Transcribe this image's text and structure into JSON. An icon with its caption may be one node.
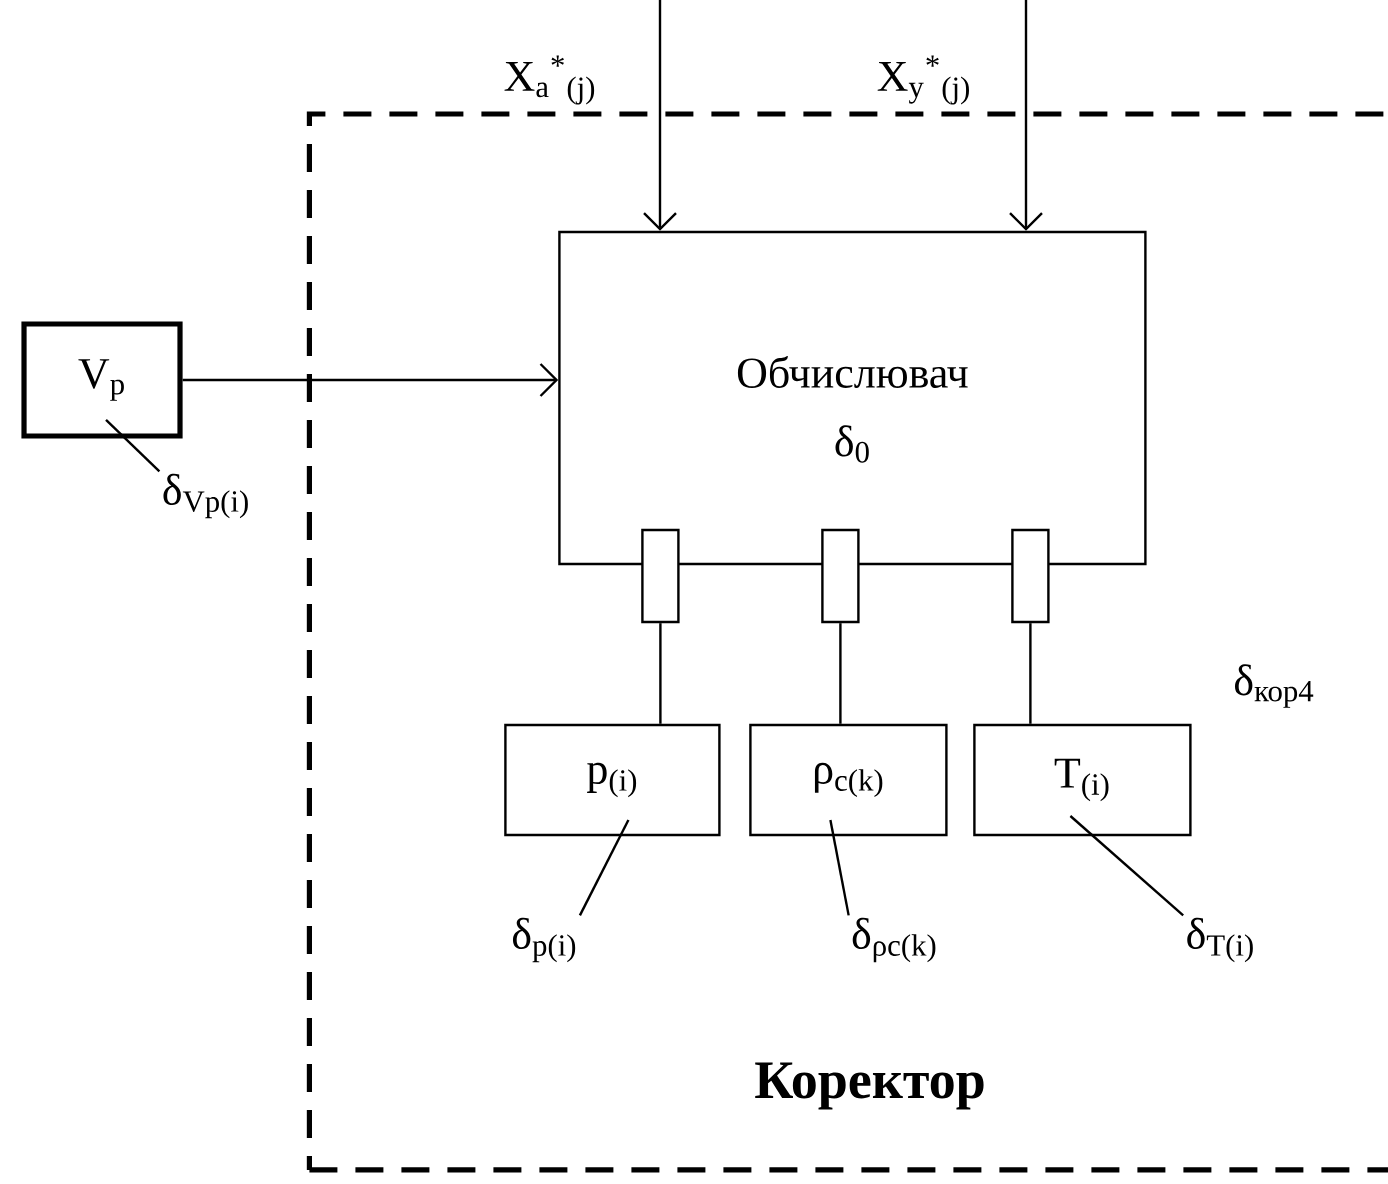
{
  "diagram": {
    "nodes": [
      {
        "text": [
          "Коректор"
        ]
      },
      {
        "text": [
          "V$_{p}$"
        ]
      },
      {
        "text": [
          "Обчислювач",
          "δ$_{0}$"
        ],
        "in": 0
      },
      {
        "text": [],
        "shape": "box",
        "in": 0
      },
      {
        "text": [],
        "shape": "box",
        "in": 0
      },
      {
        "text": [],
        "shape": "box",
        "in": 0
      },
      {
        "text": [
          "p$_{(i)}$"
        ],
        "in": 0
      },
      {
        "text": [
          "ρ$_{c(k)}$"
        ],
        "in": 0
      },
      {
        "text": [
          "T$_{(i)}$"
        ],
        "in": 0
      },
      {
        "text": [
          "δ$_{p(i)}$"
        ],
        "in": 0
      },
      {
        "text": [
          "δ$_{ρc(k)}$"
        ],
        "in": 0
      },
      {
        "text": [
          "δ$_{T(i)}$"
        ],
        "in": 0
      },
      {
        "text": [
          "δ$_{Vp(i)}$"
        ]
      }
    ],
    "edges": [
      {
        "from": null,
        "to": 2,
        "arrow": "to",
        "label": "X$_{a}$$^{*}$$_{(j)}$"
      },
      {
        "from": null,
        "to": 2,
        "arrow": "to",
        "label": "X$_{y}$$^{*}$$_{(j)}$"
      },
      {
        "from": 1,
        "to": 2,
        "arrow": "to"
      },
      {
        "from": 3,
        "to": 6,
        "arrow": "none"
      },
      {
        "from": 4,
        "to": 7,
        "arrow": "none"
      },
      {
        "from": 5,
        "to": 8,
        "arrow": "none"
      },
      {
        "from": 12,
        "to": 1,
        "arrow": "none"
      },
      {
        "from": 9,
        "to": 6,
        "arrow": "none"
      },
      {
        "from": 10,
        "to": 7,
        "arrow": "none"
      },
      {
        "from": 11,
        "to": 8,
        "arrow": "none"
      }
    ],
    "labels": [
      "δ$_{кор4}$"
    ]
  }
}
